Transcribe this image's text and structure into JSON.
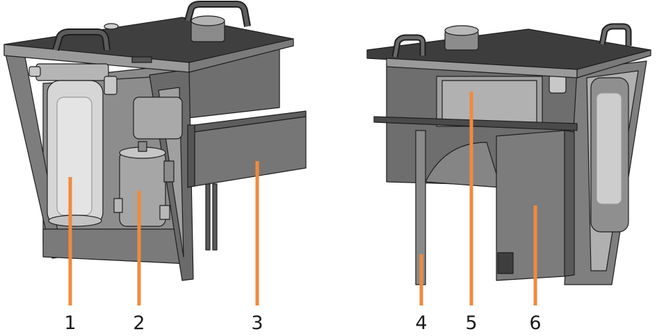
{
  "callouts": [
    {
      "id": "1",
      "label": "1"
    },
    {
      "id": "2",
      "label": "2"
    },
    {
      "id": "3",
      "label": "3"
    },
    {
      "id": "4",
      "label": "4"
    },
    {
      "id": "5",
      "label": "5"
    },
    {
      "id": "6",
      "label": "6"
    }
  ],
  "colors": {
    "leader": "#f08a3c",
    "dark": "#4a4a4a",
    "mid": "#7a7a7a",
    "light": "#9c9c9c",
    "outline": "#1e1e1e",
    "glass": "#d4d4d4"
  }
}
